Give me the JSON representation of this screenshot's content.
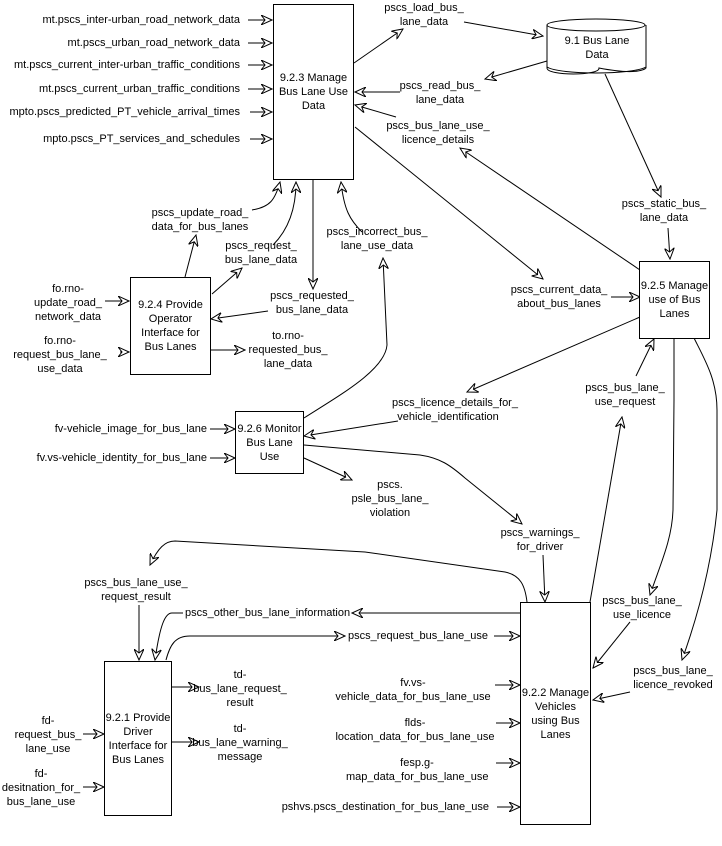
{
  "diagram": {
    "type": "data-flow-diagram",
    "processes": {
      "p923": "9.2.3 Manage\nBus Lane Use\nData",
      "p924": "9.2.4 Provide\nOperator\nInterface for\nBus Lanes",
      "p925": "9.2.5 Manage\nuse of Bus\nLanes",
      "p926": "9.2.6 Monitor\nBus Lane\nUse",
      "p921": "9.2.1 Provide\nDriver\nInterface for\nBus Lanes",
      "p922": "9.2.2 Manage\nVehicles\nusing Bus\nLanes"
    },
    "stores": {
      "s91": "9.1 Bus Lane\nData"
    },
    "flows": {
      "mt_inter_urban_road": "mt.pscs_inter-urban_road_network_data",
      "mt_urban_road": "mt.pscs_urban_road_network_data",
      "mt_current_inter_urban": "mt.pscs_current_inter-urban_traffic_conditions",
      "mt_current_urban": "mt.pscs_current_urban_traffic_conditions",
      "mpto_predicted": "mpto.pscs_predicted_PT_vehicle_arrival_times",
      "mpto_services": "mpto.pscs_PT_services_and_schedules",
      "load_bus_lane_data": "pscs_load_bus_\nlane_data",
      "read_bus_lane_data": "pscs_read_bus_\nlane_data",
      "bus_lane_use_licence_details": "pscs_bus_lane_use_\nlicence_details",
      "static_bus_lane_data": "pscs_static_bus_\nlane_data",
      "update_road_data": "pscs_update_road_\ndata_for_bus_lanes",
      "request_bus_lane_data": "pscs_request_\nbus_lane_data",
      "incorrect_bus_lane_use": "pscs_incorrect_bus_\nlane_use_data",
      "requested_bus_lane_data": "pscs_requested_\nbus_lane_data",
      "current_data_about": "pscs_current_data_\nabout_bus_lanes",
      "fo_update_road": "fo.rno-\nupdate_road_\nnetwork_data",
      "fo_request_bus_lane": "fo.rno-\nrequest_bus_lane_\nuse_data",
      "to_requested": "to.rno-\nrequested_bus_\nlane_data",
      "licence_details_vehicle_id": "pscs_licence_details_for_\nvehicle_identification",
      "bus_lane_use_request": "pscs_bus_lane_\nuse_request",
      "fv_vehicle_image": "fv-vehicle_image_for_bus_lane",
      "fvvs_vehicle_identity": "fv.vs-vehicle_identity_for_bus_lane",
      "psle_violation": "pscs.\npsle_bus_lane_\nviolation",
      "warnings_for_driver": "pscs_warnings_\nfor_driver",
      "request_result": "pscs_bus_lane_use_\nrequest_result",
      "other_info": "pscs_other_bus_lane_information",
      "request_bus_lane_use": "pscs_request_bus_lane_use",
      "bus_lane_use_licence": "pscs_bus_lane_\nuse_licence",
      "licence_revoked": "pscs_bus_lane_\nlicence_revoked",
      "td_request_result": "td-\nbus_lane_request_\nresult",
      "td_warning": "td-\nbus_lane_warning_\nmessage",
      "fvvs_vehicle_data": "fv.vs-\nvehicle_data_for_bus_lane_use",
      "flds_location": "flds-\nlocation_data_for_bus_lane_use",
      "fespg_map": "fesp.g-\nmap_data_for_bus_lane_use",
      "pshvs_destination": "pshvs.pscs_destination_for_bus_lane_use",
      "fd_request": "fd-\nrequest_bus_\nlane_use",
      "fd_destination": "fd-\ndesitnation_for_\nbus_lane_use"
    }
  }
}
